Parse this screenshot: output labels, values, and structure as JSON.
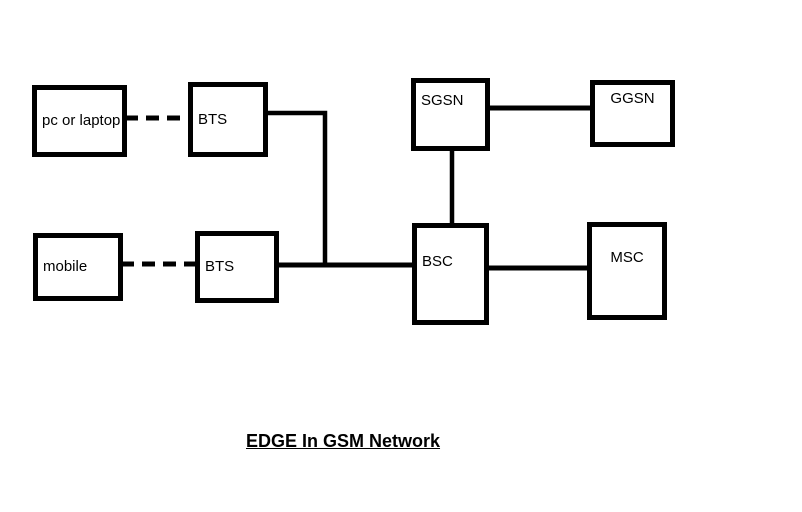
{
  "diagram": {
    "title": "EDGE In GSM Network",
    "background_color": "#ffffff",
    "line_color": "#000000",
    "text_color": "#000000",
    "nodes": [
      {
        "id": "pc",
        "label": "pc or laptop"
      },
      {
        "id": "bts1",
        "label": "BTS"
      },
      {
        "id": "mobile",
        "label": "mobile"
      },
      {
        "id": "bts2",
        "label": "BTS"
      },
      {
        "id": "sgsn",
        "label": "SGSN"
      },
      {
        "id": "ggsn",
        "label": "GGSN"
      },
      {
        "id": "bsc",
        "label": "BSC"
      },
      {
        "id": "msc",
        "label": "MSC"
      }
    ],
    "edges": [
      {
        "from": "pc",
        "to": "bts1",
        "style": "dashed"
      },
      {
        "from": "mobile",
        "to": "bts2",
        "style": "dashed"
      },
      {
        "from": "bts1",
        "to": "bsc",
        "style": "solid",
        "route": "right-then-down-to-bts2-bsc-line"
      },
      {
        "from": "bts2",
        "to": "bsc",
        "style": "solid"
      },
      {
        "from": "sgsn",
        "to": "bsc",
        "style": "solid"
      },
      {
        "from": "sgsn",
        "to": "ggsn",
        "style": "solid"
      },
      {
        "from": "bsc",
        "to": "msc",
        "style": "solid"
      }
    ]
  }
}
